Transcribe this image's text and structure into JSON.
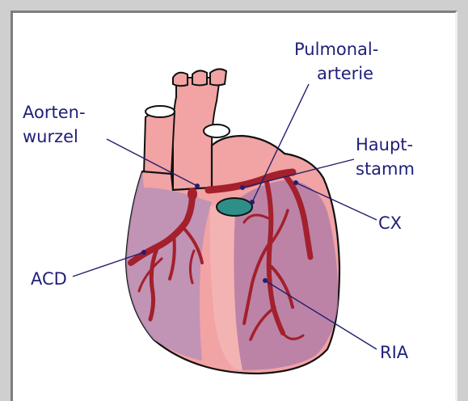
{
  "labels": {
    "pulmonal_line1": "Pulmonal-",
    "pulmonal_line2": "arterie",
    "aorten_line1": "Aorten-",
    "aorten_line2": "wurzel",
    "haupt_line1": "Haupt-",
    "haupt_line2": "stamm",
    "cx": "CX",
    "acd": "ACD",
    "ria": "RIA"
  },
  "colors": {
    "heart_pink": "#f2a3a3",
    "heart_shadow": "#b890b8",
    "artery": "#a3202c",
    "valve": "#2e8f88",
    "label": "#1f1f7a"
  }
}
